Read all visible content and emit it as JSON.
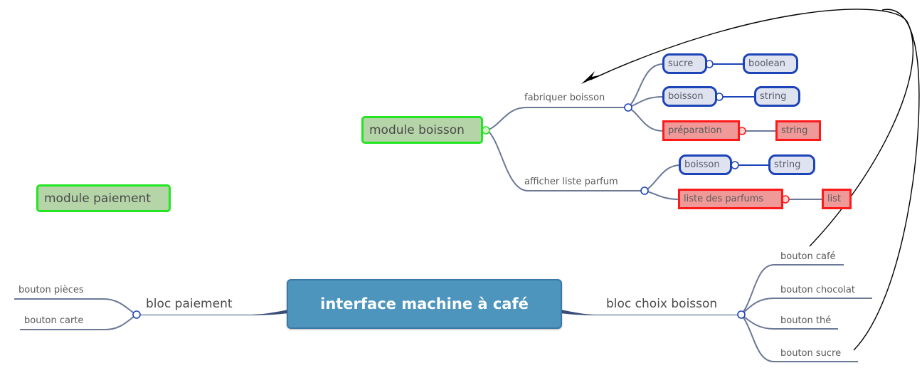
{
  "root": {
    "label": "interface machine à café"
  },
  "left_branch": {
    "label": "bloc paiement",
    "children": [
      "bouton pièces",
      "bouton carte"
    ]
  },
  "right_branch": {
    "label": "bloc choix boisson",
    "children": [
      "bouton café",
      "bouton chocolat",
      "bouton thé",
      "bouton sucre"
    ]
  },
  "module_paiement": {
    "label": "module paiement"
  },
  "module_boisson": {
    "label": "module boisson",
    "functions": [
      {
        "label": "fabriquer boisson",
        "params": [
          {
            "name": "sucre",
            "type": "boolean",
            "kind": "input"
          },
          {
            "name": "boisson",
            "type": "string",
            "kind": "input"
          },
          {
            "name": "préparation",
            "type": "string",
            "kind": "output"
          }
        ]
      },
      {
        "label": "afficher liste parfum",
        "params": [
          {
            "name": "boisson",
            "type": "string",
            "kind": "input"
          },
          {
            "name": "liste des parfums",
            "type": "list",
            "kind": "output"
          }
        ]
      }
    ]
  },
  "colors": {
    "root_fill": "#4d95bd",
    "module_fill": "#b5d4a8",
    "module_border": "#22e622",
    "input_fill": "#dfe3ef",
    "input_border": "#1c44b8",
    "output_fill": "#ef9999",
    "output_border": "#ff1a1a",
    "line": "#6b7896"
  }
}
